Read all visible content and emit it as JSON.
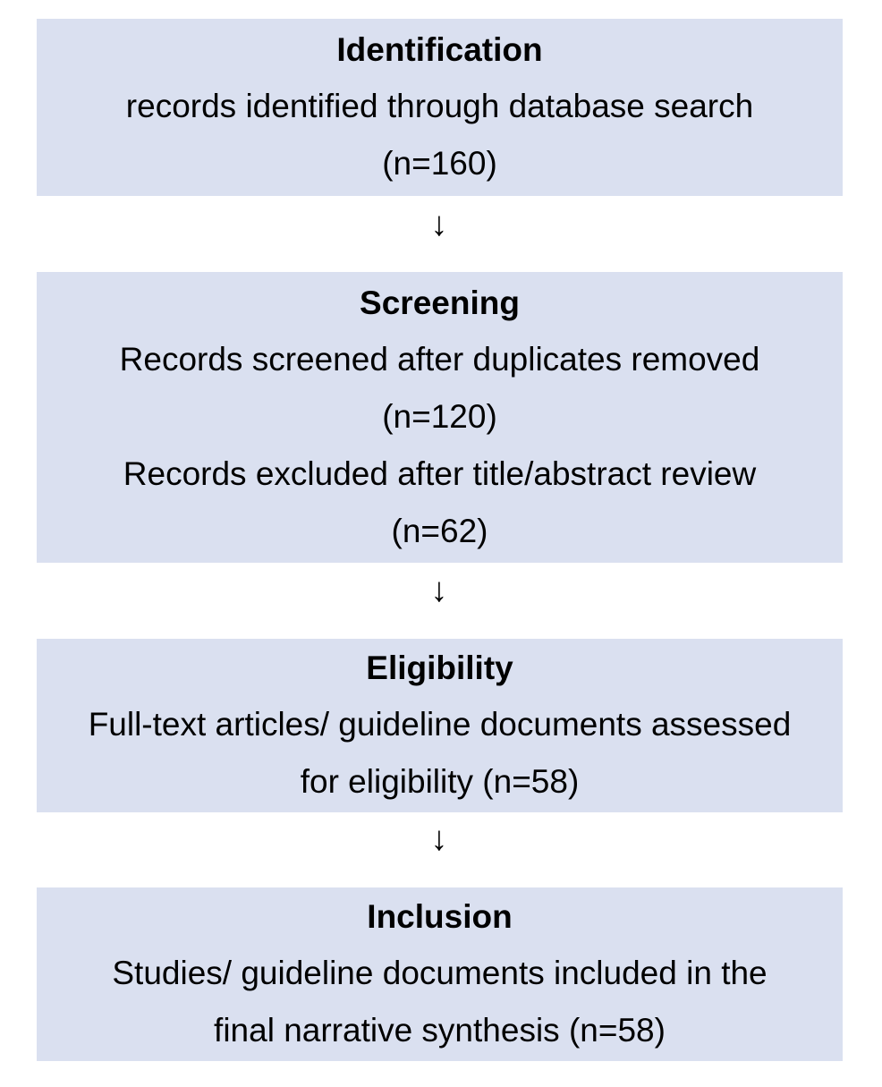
{
  "stages": [
    {
      "title": "Identification",
      "lines": [
        "records identified through database search",
        "(n=160)"
      ]
    },
    {
      "title": "Screening",
      "lines": [
        "Records screened after duplicates removed",
        "(n=120)",
        "Records excluded after title/abstract review",
        "(n=62)"
      ]
    },
    {
      "title": "Eligibility",
      "lines": [
        "Full-text articles/ guideline documents assessed",
        "for eligibility (n=58)"
      ]
    },
    {
      "title": "Inclusion",
      "lines": [
        "Studies/ guideline documents included in the",
        "final narrative synthesis (n=58)"
      ]
    }
  ],
  "arrow_glyph": "↓",
  "colors": {
    "box_fill": "#dae0f0",
    "text": "#000000"
  }
}
